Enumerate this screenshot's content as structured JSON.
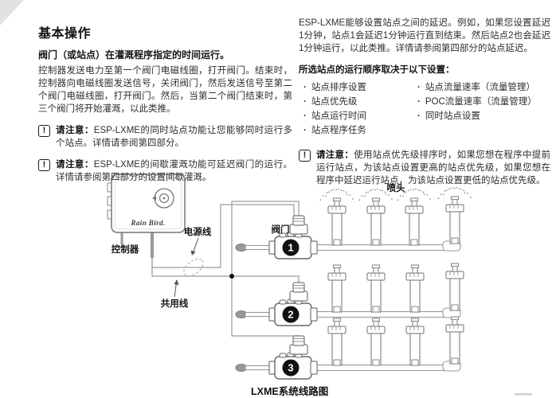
{
  "page": {
    "title": "基本操作",
    "subtitle": "阀门（或站点）在灌溉程序指定的时间运行。"
  },
  "left": {
    "paragraph": "控制器发送电力至第一个阀门电磁线圈，打开阀门。结束时，控制器向电磁线圈发送信号，关闭阀门，然后发送信号至第二个阀门电磁线圈，打开阀门。然后，当第二个阀门结束时，第三个阀门将开始灌溉，以此类推。",
    "notes": [
      {
        "label": "请注意：",
        "text": "ESP-LXME的同时站点功能让您能够同时运行多个站点。详情请参阅第四部分。"
      },
      {
        "label": "请注意：",
        "text": "ESP-LXME的间歇灌溉功能可延迟阀门的运行。详情请参阅第四部分的设置间歇灌溉。"
      }
    ]
  },
  "right": {
    "paragraph": "ESP-LXME能够设置站点之间的延迟。例如，如果您设置延迟1分钟，站点1会延迟1分钟运行直到结束。然后站点2也会延迟1分钟运行，以此类推。详情请参阅第四部分的站点延迟。",
    "list_intro": "所选站点的运行顺序取决于以下设置：",
    "bullets_col1": [
      "站点排序设置",
      "站点优先级",
      "站点运行时间",
      "站点程序任务"
    ],
    "bullets_col2": [
      "站点流量速率（流量管理）",
      "POC流量速率（流量管理）",
      "同时站点设置"
    ],
    "note": {
      "label": "请注意：",
      "text": "使用站点优先级排序时，如果您想在程序中提前运行站点，为该站点设置更高的站点优先级，如果您想在程序中延迟运行站点，为该站点设置更低的站点优先级。"
    }
  },
  "diagram": {
    "labels": {
      "controller": "控制器",
      "power_line": "电源线",
      "common_line": "共用线",
      "valve": "阀门",
      "sprinkler": "喷头"
    },
    "valve_numbers": [
      "1",
      "2",
      "3"
    ],
    "brand": "Rain Bird.",
    "caption": "LXME系统线路图"
  }
}
